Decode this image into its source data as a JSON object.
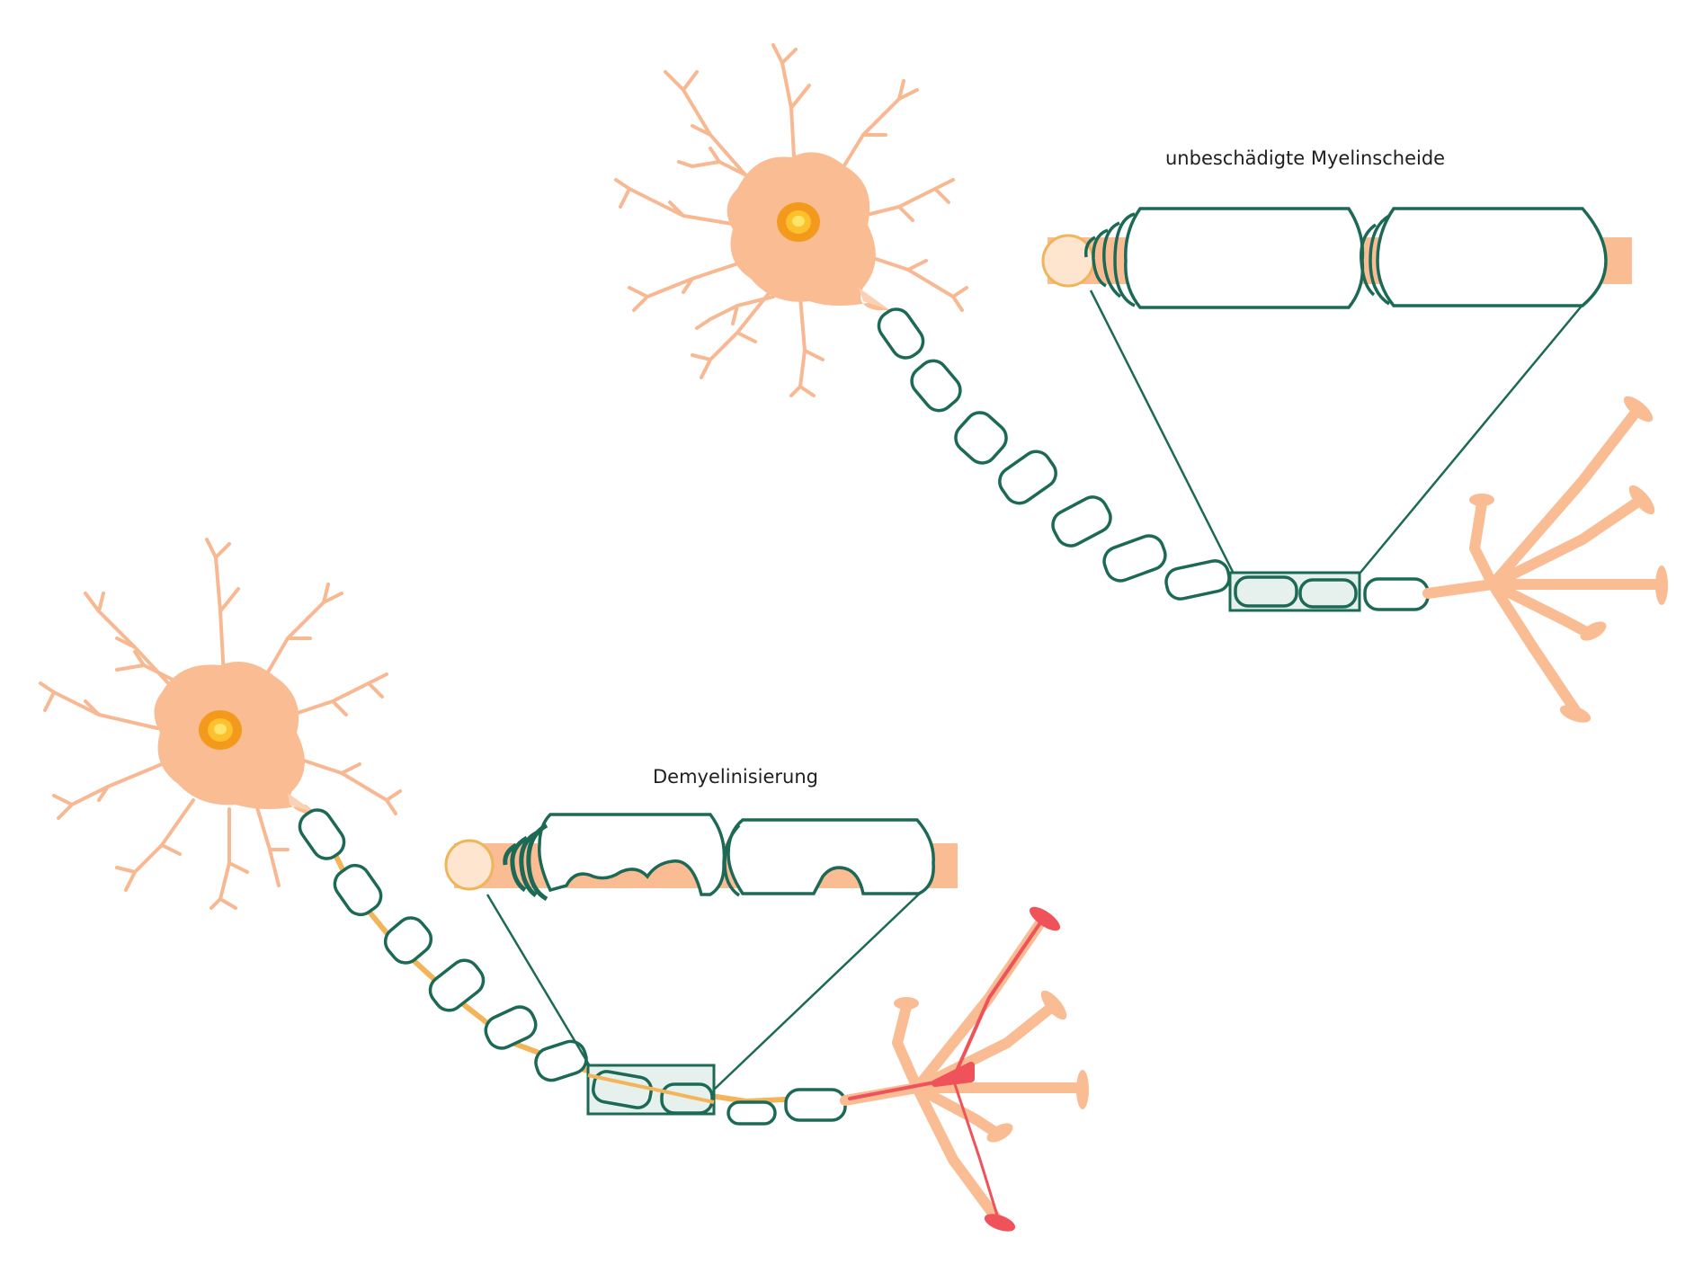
{
  "labels": {
    "healthy": "unbeschädigte Myelinscheide",
    "demyelination": "Demyelinisierung"
  },
  "colors": {
    "soma": "#f9bc93",
    "dendrite": "#f7b892",
    "myelin_stroke": "#1c6a55",
    "zoom_fill": "#e6f1ee",
    "nucleus_outer": "#f39a1c",
    "nucleus_inner": "#ffd400",
    "axon_exposed": "#f3b55a",
    "damaged_terminal": "#f0525a",
    "background": "#ffffff"
  },
  "icons": [
    "neuron-soma",
    "myelin-segment",
    "zoom-box",
    "axon-terminal"
  ]
}
